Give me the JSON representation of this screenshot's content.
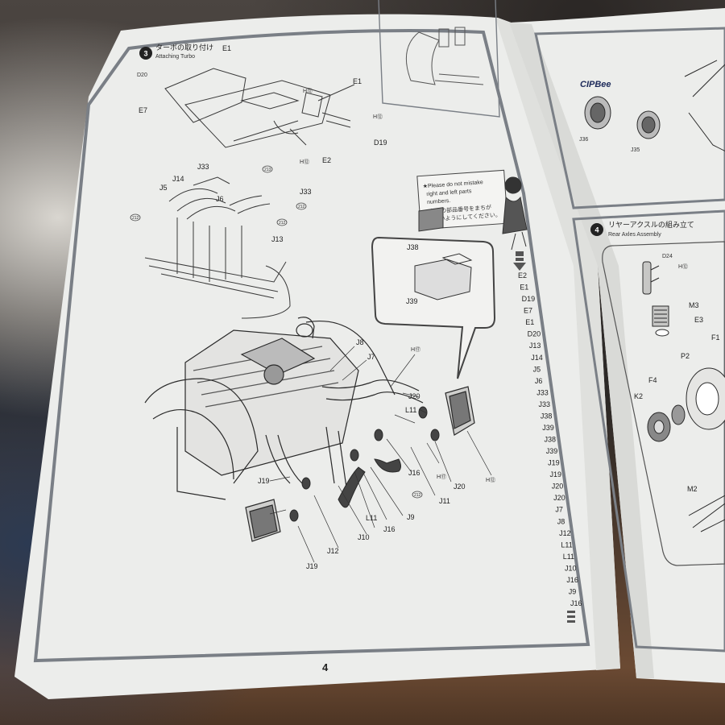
{
  "left_page": {
    "step": {
      "number": "3",
      "title_jp": "ターボの取り付け",
      "title_en": "Attaching Turbo"
    },
    "page_number": "4",
    "callout_note": {
      "en_lines": [
        "★Please do not mistake",
        "right and left parts",
        "numbers."
      ],
      "jp_lines": [
        "★左右の部品番号をまちが",
        "えないようにしてください。"
      ]
    },
    "part_labels": {
      "e1_top": "E1",
      "d20": "D20",
      "e7": "E7",
      "e1_right": "E1",
      "h10_a": "H⑫",
      "h10_b": "H⑫",
      "h10_c": "H⑫",
      "e2": "E2",
      "d19": "D19",
      "j33_a": "J33",
      "j33_b": "J33",
      "j14": "J14",
      "j5": "J5",
      "j6": "J6",
      "j13": "J13",
      "j38": "J38",
      "j39": "J39",
      "j8": "J8",
      "j7": "J7",
      "h77_a": "H⑰",
      "h77_b": "H⑰",
      "j20_a": "J20",
      "j20_b": "J20",
      "l11_a": "L11",
      "l11_b": "L11",
      "j16_a": "J16",
      "j16_b": "J16",
      "j11": "J11",
      "j9": "J9",
      "j10": "J10",
      "j12": "J12",
      "j19_a": "J19",
      "j19_b": "J19",
      "h12": "H⑫",
      "c212_a": "212",
      "c212_b": "212",
      "c212_c": "212",
      "c212_d": "212",
      "c213": "213"
    },
    "parts_sequence": [
      "E2",
      "E1",
      "D19",
      "E7",
      "E1",
      "D20",
      "J13",
      "J14",
      "J5",
      "J6",
      "J33",
      "J33",
      "J38",
      "J39",
      "J38",
      "J39",
      "J19",
      "J19",
      "J20",
      "J20",
      "J7",
      "J8",
      "J12",
      "L11",
      "L11",
      "J10",
      "J16",
      "J9",
      "J16"
    ]
  },
  "right_page": {
    "step": {
      "number": "4",
      "title_jp": "リヤーアクスルの組み立て",
      "title_en": "Rear Axles Assembly"
    },
    "top_panel": {
      "brand": "CIPBee",
      "labels": {
        "j36": "J36",
        "j35": "J35"
      }
    },
    "part_labels": {
      "d24": "D24",
      "h10": "H⑫",
      "m3": "M3",
      "e3": "E3",
      "f1": "F1",
      "p2": "P2",
      "f4": "F4",
      "k2": "K2",
      "m2": "M2"
    }
  },
  "colors": {
    "paper": "#ecedeb",
    "paper_shadow": "#d9dad7",
    "border": "#7a7f86",
    "ink": "#2a2a2a"
  }
}
